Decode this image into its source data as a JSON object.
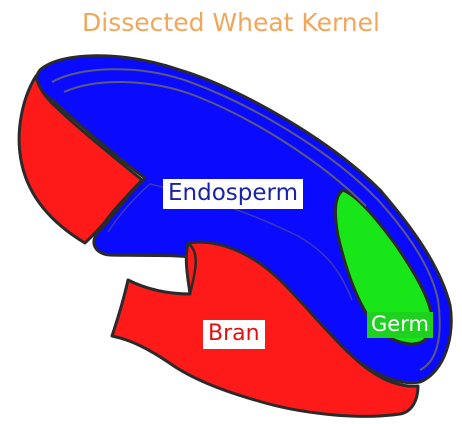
{
  "title": "Dissected Wheat Kernel",
  "labels": {
    "endosperm": "Endosperm",
    "germ": "Germ",
    "bran": "Bran"
  },
  "colors": {
    "title": "#f2a65a",
    "bran": "#ff1a1a",
    "endosperm": "#0a0aff",
    "germ": "#19e619",
    "outline": "#2a2a2a"
  }
}
